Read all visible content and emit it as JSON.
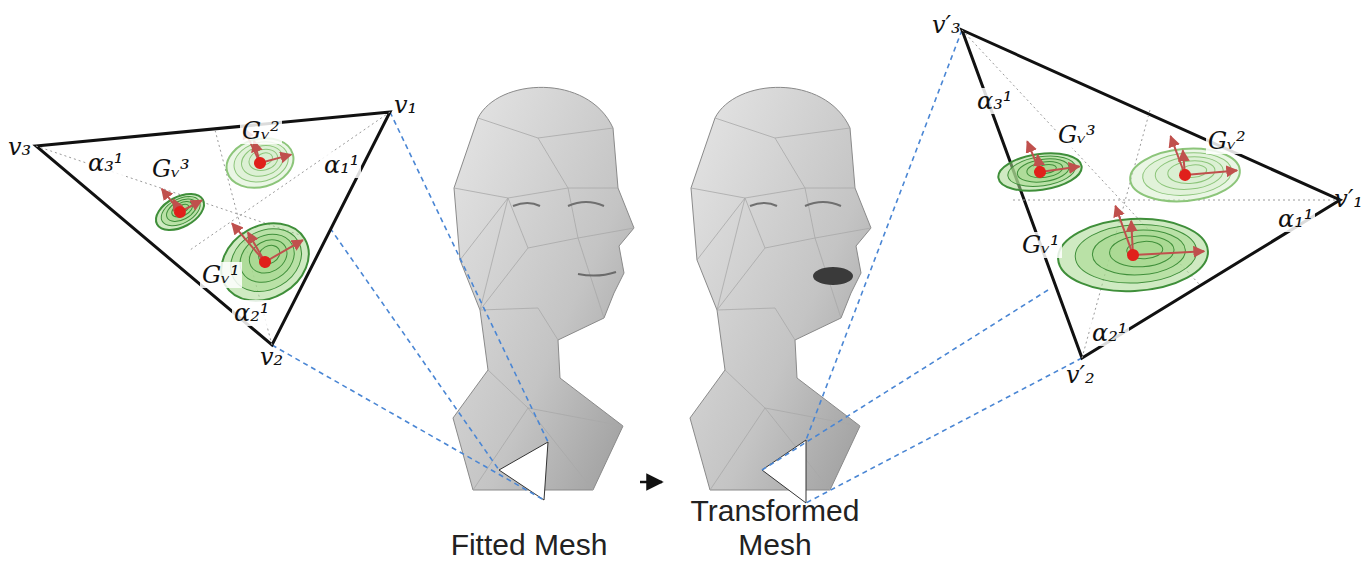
{
  "diagram": {
    "nodes": [
      {
        "text": [
          "Fitted Mesh"
        ]
      },
      {
        "text": [
          "Transformed Mesh"
        ]
      }
    ],
    "edges": [
      {
        "from": 0,
        "to": 1,
        "arrow": "to"
      }
    ],
    "labels": [
      "v₃",
      "v₁",
      "v₂",
      "α₃¹",
      "α₁¹",
      "α₂¹",
      "Gᵥ³",
      "Gᵥ²",
      "Gᵥ¹",
      "v′₃",
      "v′₁",
      "v′₂",
      "α₃¹",
      "α₁¹",
      "α₂¹",
      "Gᵥ³",
      "Gᵥ²",
      "Gᵥ¹"
    ]
  }
}
